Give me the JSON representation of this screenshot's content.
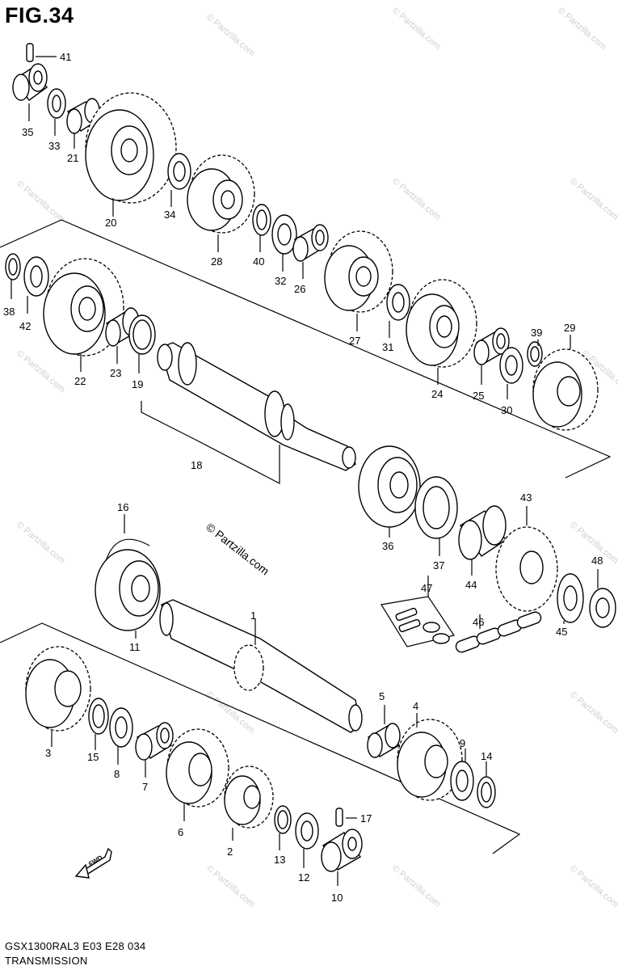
{
  "figure": {
    "title": "FIG.34",
    "model_code": "GSX1300RAL3  E03  E28  034",
    "section_name": "TRANSMISSION",
    "copyright": "© Partzilla.com",
    "watermark": "© Partzilla.com",
    "fwd_label": "FWD"
  },
  "parts": [
    {
      "id": "p1",
      "number": "1"
    },
    {
      "id": "p2",
      "number": "2"
    },
    {
      "id": "p3",
      "number": "3"
    },
    {
      "id": "p4",
      "number": "4"
    },
    {
      "id": "p5",
      "number": "5"
    },
    {
      "id": "p6",
      "number": "6"
    },
    {
      "id": "p7",
      "number": "7"
    },
    {
      "id": "p8",
      "number": "8"
    },
    {
      "id": "p9",
      "number": "9"
    },
    {
      "id": "p10",
      "number": "10"
    },
    {
      "id": "p11",
      "number": "11"
    },
    {
      "id": "p12",
      "number": "12"
    },
    {
      "id": "p13",
      "number": "13"
    },
    {
      "id": "p14",
      "number": "14"
    },
    {
      "id": "p15",
      "number": "15"
    },
    {
      "id": "p16",
      "number": "16"
    },
    {
      "id": "p17",
      "number": "17"
    },
    {
      "id": "p18",
      "number": "18"
    },
    {
      "id": "p19",
      "number": "19"
    },
    {
      "id": "p20",
      "number": "20"
    },
    {
      "id": "p21",
      "number": "21"
    },
    {
      "id": "p22",
      "number": "22"
    },
    {
      "id": "p23",
      "number": "23"
    },
    {
      "id": "p24",
      "number": "24"
    },
    {
      "id": "p25",
      "number": "25"
    },
    {
      "id": "p26",
      "number": "26"
    },
    {
      "id": "p27",
      "number": "27"
    },
    {
      "id": "p28",
      "number": "28"
    },
    {
      "id": "p29",
      "number": "29"
    },
    {
      "id": "p30",
      "number": "30"
    },
    {
      "id": "p31",
      "number": "31"
    },
    {
      "id": "p32",
      "number": "32"
    },
    {
      "id": "p33",
      "number": "33"
    },
    {
      "id": "p34",
      "number": "34"
    },
    {
      "id": "p35",
      "number": "35"
    },
    {
      "id": "p36",
      "number": "36"
    },
    {
      "id": "p37",
      "number": "37"
    },
    {
      "id": "p38",
      "number": "38"
    },
    {
      "id": "p39",
      "number": "39"
    },
    {
      "id": "p40",
      "number": "40"
    },
    {
      "id": "p41",
      "number": "41"
    },
    {
      "id": "p42",
      "number": "42"
    },
    {
      "id": "p43",
      "number": "43"
    },
    {
      "id": "p44",
      "number": "44"
    },
    {
      "id": "p45",
      "number": "45"
    },
    {
      "id": "p46",
      "number": "46"
    },
    {
      "id": "p47",
      "number": "47"
    },
    {
      "id": "p48",
      "number": "48"
    }
  ]
}
